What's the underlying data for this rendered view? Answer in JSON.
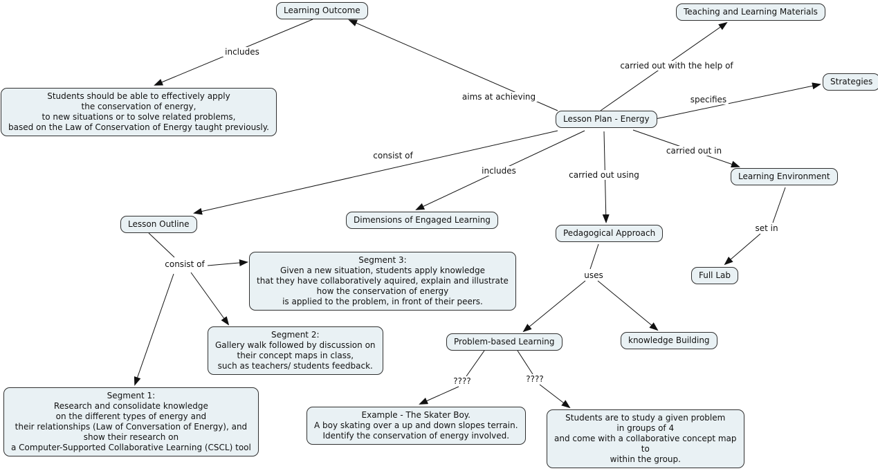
{
  "nodes": {
    "learning_outcome": "Learning Outcome",
    "teaching_materials": "Teaching and Learning Materials",
    "strategies": "Strategies",
    "outcome_desc": "Students should be able to effectively apply\nthe conservation of energy,\nto new situations or to solve related problems,\nbased on the Law of Conservation of Energy taught previously.",
    "lesson_plan": "Lesson Plan - Energy",
    "learning_environment": "Learning Environment",
    "dimensions": "Dimensions of Engaged Learning",
    "lesson_outline": "Lesson Outline",
    "pedagogical_approach": "Pedagogical Approach",
    "full_lab": "Full Lab",
    "segment3": "Segment 3:\nGiven a new situation, students apply knowledge\nthat they have collaboratively aquired, explain and illustrate\nhow the conservation of energy\nis applied to the problem, in front of their peers.",
    "segment2": "Segment 2:\nGallery walk followed by discussion on\ntheir concept maps in class,\nsuch as teachers/ students feedback.",
    "segment1": "Segment 1:\nResearch and consolidate knowledge\non the different types of energy and\ntheir relationships (Law of Conversation of Energy), and\nshow their research on\na Computer-Supported Collaborative Learning (CSCL) tool",
    "problem_based": "Problem-based Learning",
    "knowledge_building": "knowledge Building",
    "example_skater": "Example - The Skater Boy.\nA boy skating over a up and down slopes terrain.\nIdentify the conservation of energy involved.",
    "students_study": "Students are to study a given problem\nin groups of 4\nand come with a collaborative concept map\nto\nwithin the group."
  },
  "link_labels": {
    "includes_outcome": "includes",
    "aims_at_achieving": "aims at achieving",
    "carried_out_help": "carried out with the help of",
    "specifies": "specifies",
    "carried_out_in": "carried out in",
    "consist_of_outline": "consist of",
    "includes_dimensions": "includes",
    "carried_out_using": "carried out using",
    "set_in": "set in",
    "consist_of_segments": "consist of",
    "uses": "uses",
    "q_example": "????",
    "q_students": "????"
  },
  "colors": {
    "node_fill": "#e9f1f4",
    "node_border": "#2f2f2f",
    "line": "#111111",
    "background": "#ffffff"
  }
}
